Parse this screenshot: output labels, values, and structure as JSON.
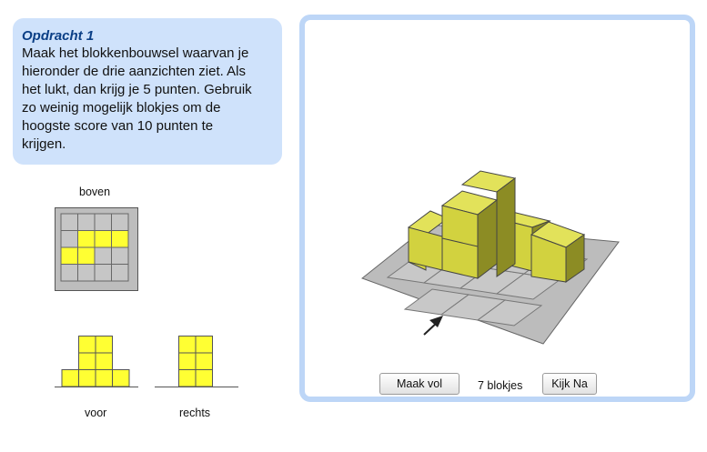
{
  "task": {
    "title": "Opdracht 1",
    "lines": [
      "Maak het blokkenbouwsel waarvan je",
      "hieronder de drie aanzichten ziet. Als",
      "het lukt, dan krijg je 5 punten. Gebruik",
      "zo weinig mogelijk blokjes om de",
      "hoogste score van 10 punten te",
      "krijgen."
    ]
  },
  "views": {
    "top_label": "boven",
    "front_label": "voor",
    "right_label": "rechts"
  },
  "scene": {
    "maak_vol_label": "Maak vol",
    "block_count": "7 blokjes",
    "kijk_na_label": "Kijk Na"
  },
  "colors": {
    "card_bg": "#cfe2fb",
    "title": "#0b3f86",
    "panel_border": "#bdd6f7",
    "block_yellow": "#ffff33",
    "cube_front": "#d2d23f",
    "cube_side": "#8c8c24",
    "cube_top": "#e2e25a",
    "base_grey": "#c3c3c3"
  }
}
